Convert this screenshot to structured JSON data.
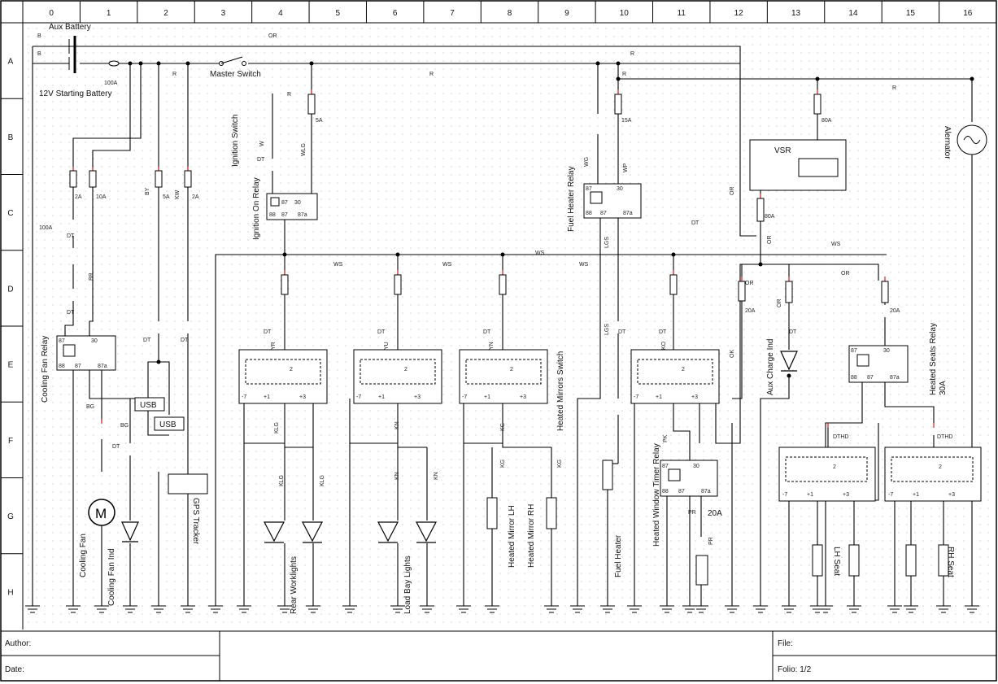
{
  "sheet": {
    "columns": [
      "0",
      "1",
      "2",
      "3",
      "4",
      "5",
      "6",
      "7",
      "8",
      "9",
      "10",
      "11",
      "12",
      "13",
      "14",
      "15",
      "16"
    ],
    "rows": [
      "A",
      "B",
      "C",
      "D",
      "E",
      "F",
      "G",
      "H"
    ]
  },
  "title_block": {
    "author_label": "Author:",
    "date_label": "Date:",
    "file_label": "File:",
    "folio_label": "Folio: 1/2"
  },
  "components": {
    "aux_battery": "Aux Battery",
    "starting_battery": "12V Starting Battery",
    "master_switch": "Master Switch",
    "ignition_switch": "Ignition Switch",
    "ignition_relay": "Ignition On Relay",
    "fuel_heater_relay": "Fuel Heater Relay",
    "vsr": "VSR",
    "alternator": "Alernator",
    "cooling_fan_relay": "Cooling Fan Relay",
    "cooling_fan": "Cooling Fan",
    "cooling_fan_ind": "Cooling Fan Ind",
    "usb": "USB",
    "gps_tracker": "GPS Tracker",
    "rear_worklights": "Rear Worklights",
    "load_bay_lights": "Load Bay Lights",
    "heated_mirrors_switch": "Heated Mirrors Switch",
    "heated_mirror_lh": "Heated Mirror LH",
    "heated_mirror_rh": "Heated Mirror RH",
    "fuel_heater": "Fuel Heater",
    "heated_window_timer_relay": "Heated Window Timer Relay",
    "aux_charge_ind": "Aux Charge Ind",
    "heated_seats_relay": "Heated Seats Relay",
    "heated_seats_relay_rating": "30A",
    "lh_seat": "LH Seat",
    "rh_seat": "RH Seat"
  },
  "fuses": {
    "f100a_top": "100A",
    "f100a_left": "100A",
    "f2a_a": "2A",
    "f10a": "10A",
    "f5a_a": "5A",
    "f2a_b": "2A",
    "f5a_b": "5A",
    "f15a": "15A",
    "f80a_a": "80A",
    "f80a_b": "80A",
    "f20a_a": "20A",
    "f20a_b": "20A",
    "f20a_c": "20A"
  },
  "relay_pins": {
    "p87": "87",
    "p30": "30",
    "p88": "88",
    "p87b": "87",
    "p87a": "87a"
  },
  "switch_pins": {
    "p7": "-7",
    "p1": "+1",
    "p2": "2",
    "p3": "+3"
  },
  "connector": "DT",
  "connector_dthd": "DTHD",
  "wire_labels": {
    "or": "OR",
    "b": "B",
    "r": "R",
    "w": "W",
    "wlg": "WLG",
    "by": "BY",
    "kw": "KW",
    "ws": "WS",
    "wg": "WG",
    "wp": "WP",
    "lgs": "LGS",
    "bg": "BG",
    "br": "BR",
    "yr": "YR",
    "yu": "YU",
    "yn": "YN",
    "ko": "KO",
    "ok": "OK",
    "klg": "KLG",
    "kn": "KN",
    "kg": "KG",
    "pk": "PK",
    "pr": "PR"
  },
  "motor_symbol": "M"
}
